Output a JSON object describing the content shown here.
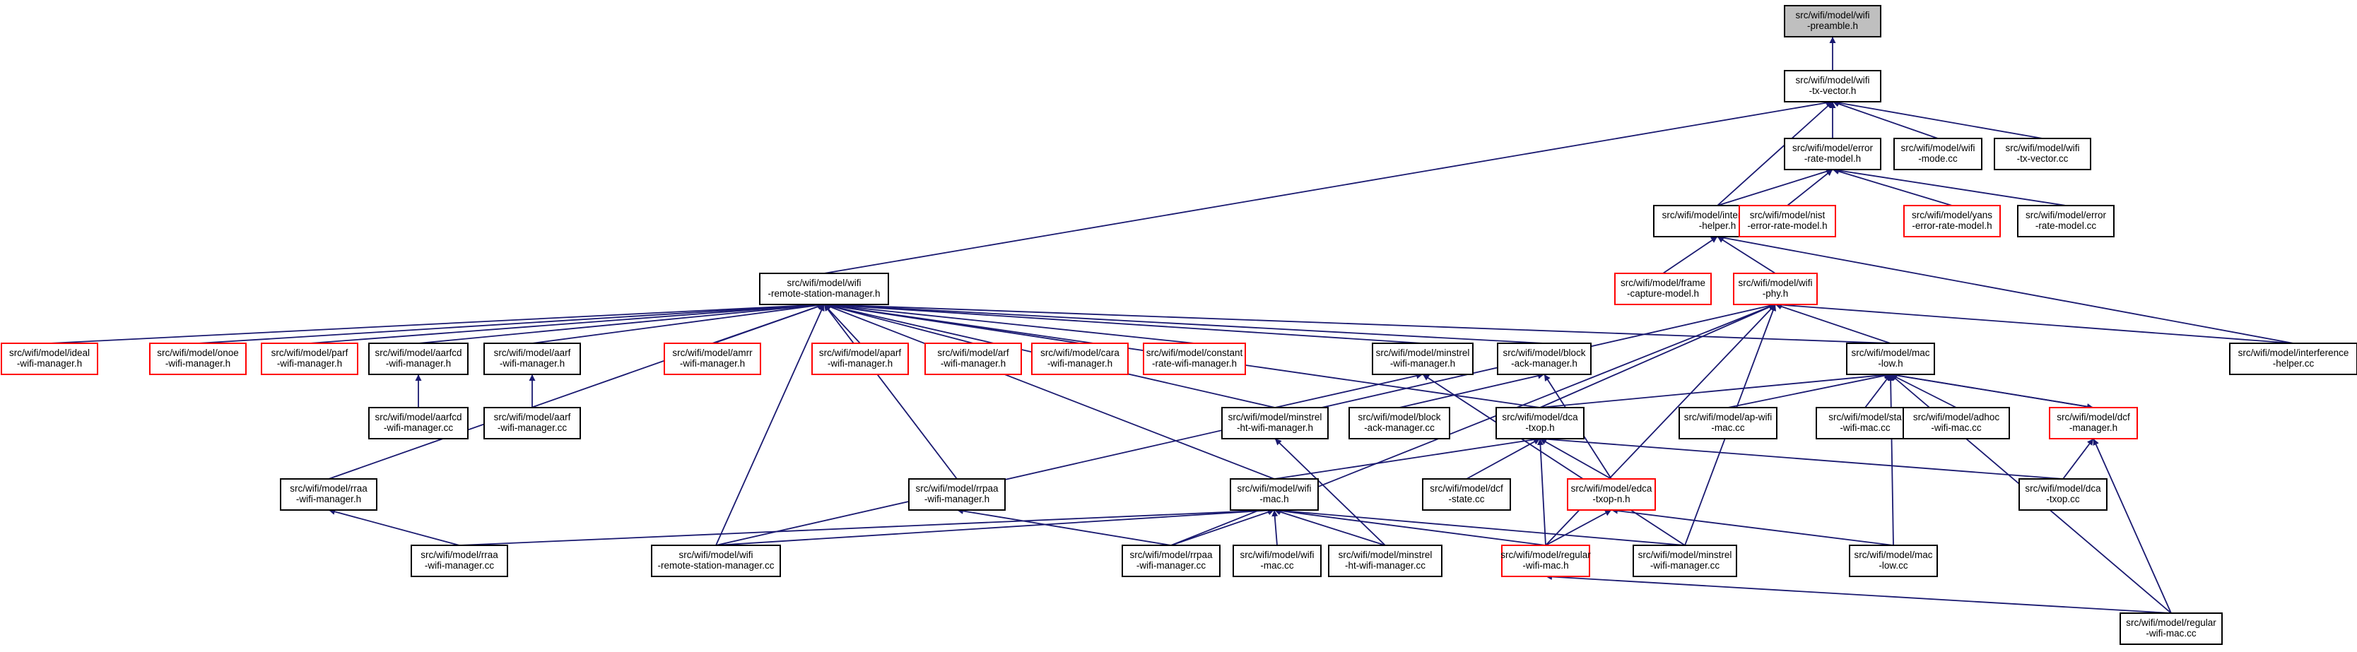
{
  "colors": {
    "edge": "#191970",
    "border_black": "#000000",
    "border_red": "#ff0000",
    "root_fill": "#bfbfbf",
    "node_fill": "#ffffff"
  },
  "nodes": [
    {
      "id": "preamble",
      "lines": [
        "src/wifi/model/wifi",
        "-preamble.h"
      ],
      "border": "black",
      "root": true
    },
    {
      "id": "txvector_h",
      "lines": [
        "src/wifi/model/wifi",
        "-tx-vector.h"
      ],
      "border": "black"
    },
    {
      "id": "error_rate_model_h",
      "lines": [
        "src/wifi/model/error",
        "-rate-model.h"
      ],
      "border": "black"
    },
    {
      "id": "wifi_mode_cc",
      "lines": [
        "src/wifi/model/wifi",
        "-mode.cc"
      ],
      "border": "black"
    },
    {
      "id": "txvector_cc",
      "lines": [
        "src/wifi/model/wifi",
        "-tx-vector.cc"
      ],
      "border": "black"
    },
    {
      "id": "interference_h",
      "lines": [
        "src/wifi/model/interference",
        "-helper.h"
      ],
      "border": "black"
    },
    {
      "id": "nist_h",
      "lines": [
        "src/wifi/model/nist",
        "-error-rate-model.h"
      ],
      "border": "red"
    },
    {
      "id": "yans_h",
      "lines": [
        "src/wifi/model/yans",
        "-error-rate-model.h"
      ],
      "border": "red"
    },
    {
      "id": "error_rate_model_cc",
      "lines": [
        "src/wifi/model/error",
        "-rate-model.cc"
      ],
      "border": "black"
    },
    {
      "id": "frame_capture_h",
      "lines": [
        "src/wifi/model/frame",
        "-capture-model.h"
      ],
      "border": "red"
    },
    {
      "id": "wifi_phy_h",
      "lines": [
        "src/wifi/model/wifi",
        "-phy.h"
      ],
      "border": "red"
    },
    {
      "id": "interference_cc",
      "lines": [
        "src/wifi/model/interference",
        "-helper.cc"
      ],
      "border": "black"
    },
    {
      "id": "rsm_h",
      "lines": [
        "src/wifi/model/wifi",
        "-remote-station-manager.h"
      ],
      "border": "black"
    },
    {
      "id": "ideal_h",
      "lines": [
        "src/wifi/model/ideal",
        "-wifi-manager.h"
      ],
      "border": "red"
    },
    {
      "id": "onoe_h",
      "lines": [
        "src/wifi/model/onoe",
        "-wifi-manager.h"
      ],
      "border": "red"
    },
    {
      "id": "parf_h",
      "lines": [
        "src/wifi/model/parf",
        "-wifi-manager.h"
      ],
      "border": "red"
    },
    {
      "id": "aarfcd_h",
      "lines": [
        "src/wifi/model/aarfcd",
        "-wifi-manager.h"
      ],
      "border": "black"
    },
    {
      "id": "aarf_h",
      "lines": [
        "src/wifi/model/aarf",
        "-wifi-manager.h"
      ],
      "border": "black"
    },
    {
      "id": "amrr_h",
      "lines": [
        "src/wifi/model/amrr",
        "-wifi-manager.h"
      ],
      "border": "red"
    },
    {
      "id": "aparf_h",
      "lines": [
        "src/wifi/model/aparf",
        "-wifi-manager.h"
      ],
      "border": "red"
    },
    {
      "id": "arf_h",
      "lines": [
        "src/wifi/model/arf",
        "-wifi-manager.h"
      ],
      "border": "red"
    },
    {
      "id": "cara_h",
      "lines": [
        "src/wifi/model/cara",
        "-wifi-manager.h"
      ],
      "border": "red"
    },
    {
      "id": "constant_h",
      "lines": [
        "src/wifi/model/constant",
        "-rate-wifi-manager.h"
      ],
      "border": "red"
    },
    {
      "id": "minstrel_h",
      "lines": [
        "src/wifi/model/minstrel",
        "-wifi-manager.h"
      ],
      "border": "black"
    },
    {
      "id": "block_ack_h",
      "lines": [
        "src/wifi/model/block",
        "-ack-manager.h"
      ],
      "border": "black"
    },
    {
      "id": "mac_low_h",
      "lines": [
        "src/wifi/model/mac",
        "-low.h"
      ],
      "border": "black"
    },
    {
      "id": "aarfcd_cc",
      "lines": [
        "src/wifi/model/aarfcd",
        "-wifi-manager.cc"
      ],
      "border": "black"
    },
    {
      "id": "aarf_cc",
      "lines": [
        "src/wifi/model/aarf",
        "-wifi-manager.cc"
      ],
      "border": "black"
    },
    {
      "id": "minstrel_ht_h",
      "lines": [
        "src/wifi/model/minstrel",
        "-ht-wifi-manager.h"
      ],
      "border": "black"
    },
    {
      "id": "block_ack_cc",
      "lines": [
        "src/wifi/model/block",
        "-ack-manager.cc"
      ],
      "border": "black"
    },
    {
      "id": "dca_txop_h",
      "lines": [
        "src/wifi/model/dca",
        "-txop.h"
      ],
      "border": "black"
    },
    {
      "id": "ap_wifi_mac_cc",
      "lines": [
        "src/wifi/model/ap-wifi",
        "-mac.cc"
      ],
      "border": "black"
    },
    {
      "id": "sta_wifi_mac_cc",
      "lines": [
        "src/wifi/model/sta",
        "-wifi-mac.cc"
      ],
      "border": "black"
    },
    {
      "id": "adhoc_wifi_mac_cc",
      "lines": [
        "src/wifi/model/adhoc",
        "-wifi-mac.cc"
      ],
      "border": "black"
    },
    {
      "id": "dcf_manager_h",
      "lines": [
        "src/wifi/model/dcf",
        "-manager.h"
      ],
      "border": "red"
    },
    {
      "id": "rraa_h",
      "lines": [
        "src/wifi/model/rraa",
        "-wifi-manager.h"
      ],
      "border": "black"
    },
    {
      "id": "rrpaa_h",
      "lines": [
        "src/wifi/model/rrpaa",
        "-wifi-manager.h"
      ],
      "border": "black"
    },
    {
      "id": "wifi_mac_h",
      "lines": [
        "src/wifi/model/wifi",
        "-mac.h"
      ],
      "border": "black"
    },
    {
      "id": "dcf_state_cc",
      "lines": [
        "src/wifi/model/dcf",
        "-state.cc"
      ],
      "border": "black"
    },
    {
      "id": "edca_txop_n_h",
      "lines": [
        "src/wifi/model/edca",
        "-txop-n.h"
      ],
      "border": "red"
    },
    {
      "id": "dca_txop_cc",
      "lines": [
        "src/wifi/model/dca",
        "-txop.cc"
      ],
      "border": "black"
    },
    {
      "id": "rraa_cc",
      "lines": [
        "src/wifi/model/rraa",
        "-wifi-manager.cc"
      ],
      "border": "black"
    },
    {
      "id": "rsm_cc",
      "lines": [
        "src/wifi/model/wifi",
        "-remote-station-manager.cc"
      ],
      "border": "black"
    },
    {
      "id": "rrpaa_cc",
      "lines": [
        "src/wifi/model/rrpaa",
        "-wifi-manager.cc"
      ],
      "border": "black"
    },
    {
      "id": "wifi_mac_cc",
      "lines": [
        "src/wifi/model/wifi",
        "-mac.cc"
      ],
      "border": "black"
    },
    {
      "id": "minstrel_ht_cc",
      "lines": [
        "src/wifi/model/minstrel",
        "-ht-wifi-manager.cc"
      ],
      "border": "black"
    },
    {
      "id": "regular_mac_h",
      "lines": [
        "src/wifi/model/regular",
        "-wifi-mac.h"
      ],
      "border": "red"
    },
    {
      "id": "minstrel_cc",
      "lines": [
        "src/wifi/model/minstrel",
        "-wifi-manager.cc"
      ],
      "border": "black"
    },
    {
      "id": "mac_low_cc",
      "lines": [
        "src/wifi/model/mac",
        "-low.cc"
      ],
      "border": "black"
    },
    {
      "id": "regular_mac_cc",
      "lines": [
        "src/wifi/model/regular",
        "-wifi-mac.cc"
      ],
      "border": "black"
    }
  ],
  "edges": [
    [
      "txvector_h",
      "preamble"
    ],
    [
      "error_rate_model_h",
      "txvector_h"
    ],
    [
      "wifi_mode_cc",
      "txvector_h"
    ],
    [
      "txvector_cc",
      "txvector_h"
    ],
    [
      "interference_h",
      "txvector_h"
    ],
    [
      "rsm_h",
      "txvector_h"
    ],
    [
      "interference_h",
      "error_rate_model_h"
    ],
    [
      "nist_h",
      "error_rate_model_h"
    ],
    [
      "yans_h",
      "error_rate_model_h"
    ],
    [
      "error_rate_model_cc",
      "error_rate_model_h"
    ],
    [
      "frame_capture_h",
      "interference_h"
    ],
    [
      "wifi_phy_h",
      "interference_h"
    ],
    [
      "interference_cc",
      "interference_h"
    ],
    [
      "mac_low_h",
      "wifi_phy_h"
    ],
    [
      "interference_cc",
      "wifi_phy_h"
    ],
    [
      "dca_txop_h",
      "wifi_phy_h"
    ],
    [
      "rsm_cc",
      "wifi_phy_h"
    ],
    [
      "rrpaa_cc",
      "wifi_phy_h"
    ],
    [
      "regular_mac_h",
      "wifi_phy_h"
    ],
    [
      "minstrel_cc",
      "wifi_phy_h"
    ],
    [
      "ideal_h",
      "rsm_h"
    ],
    [
      "onoe_h",
      "rsm_h"
    ],
    [
      "parf_h",
      "rsm_h"
    ],
    [
      "aarfcd_h",
      "rsm_h"
    ],
    [
      "aarf_h",
      "rsm_h"
    ],
    [
      "amrr_h",
      "rsm_h"
    ],
    [
      "aparf_h",
      "rsm_h"
    ],
    [
      "arf_h",
      "rsm_h"
    ],
    [
      "cara_h",
      "rsm_h"
    ],
    [
      "constant_h",
      "rsm_h"
    ],
    [
      "minstrel_h",
      "rsm_h"
    ],
    [
      "block_ack_h",
      "rsm_h"
    ],
    [
      "mac_low_h",
      "rsm_h"
    ],
    [
      "minstrel_ht_h",
      "rsm_h"
    ],
    [
      "dca_txop_h",
      "rsm_h"
    ],
    [
      "rraa_h",
      "rsm_h"
    ],
    [
      "rrpaa_h",
      "rsm_h"
    ],
    [
      "wifi_mac_h",
      "rsm_h"
    ],
    [
      "rsm_cc",
      "rsm_h"
    ],
    [
      "aarfcd_cc",
      "aarfcd_h"
    ],
    [
      "aarf_cc",
      "aarf_h"
    ],
    [
      "minstrel_ht_h",
      "minstrel_h"
    ],
    [
      "minstrel_cc",
      "minstrel_h"
    ],
    [
      "block_ack_cc",
      "block_ack_h"
    ],
    [
      "edca_txop_n_h",
      "block_ack_h"
    ],
    [
      "dca_txop_h",
      "mac_low_h"
    ],
    [
      "ap_wifi_mac_cc",
      "mac_low_h"
    ],
    [
      "sta_wifi_mac_cc",
      "mac_low_h"
    ],
    [
      "adhoc_wifi_mac_cc",
      "mac_low_h"
    ],
    [
      "dcf_manager_h",
      "mac_low_h"
    ],
    [
      "mac_low_cc",
      "mac_low_h"
    ],
    [
      "regular_mac_cc",
      "mac_low_h"
    ],
    [
      "mac_low_h",
      "dcf_manager_h"
    ],
    [
      "dca_txop_cc",
      "dcf_manager_h"
    ],
    [
      "regular_mac_cc",
      "dcf_manager_h"
    ],
    [
      "minstrel_ht_cc",
      "minstrel_ht_h"
    ],
    [
      "wifi_mac_h",
      "dca_txop_h"
    ],
    [
      "dcf_state_cc",
      "dca_txop_h"
    ],
    [
      "edca_txop_n_h",
      "dca_txop_h"
    ],
    [
      "regular_mac_h",
      "dca_txop_h"
    ],
    [
      "dca_txop_cc",
      "dca_txop_h"
    ],
    [
      "rraa_cc",
      "rraa_h"
    ],
    [
      "rrpaa_cc",
      "rrpaa_h"
    ],
    [
      "rraa_cc",
      "wifi_mac_h"
    ],
    [
      "rsm_cc",
      "wifi_mac_h"
    ],
    [
      "rrpaa_cc",
      "wifi_mac_h"
    ],
    [
      "wifi_mac_cc",
      "wifi_mac_h"
    ],
    [
      "minstrel_ht_cc",
      "wifi_mac_h"
    ],
    [
      "regular_mac_h",
      "wifi_mac_h"
    ],
    [
      "minstrel_cc",
      "wifi_mac_h"
    ],
    [
      "regular_mac_h",
      "edca_txop_n_h"
    ],
    [
      "mac_low_cc",
      "edca_txop_n_h"
    ],
    [
      "regular_mac_cc",
      "regular_mac_h"
    ]
  ]
}
